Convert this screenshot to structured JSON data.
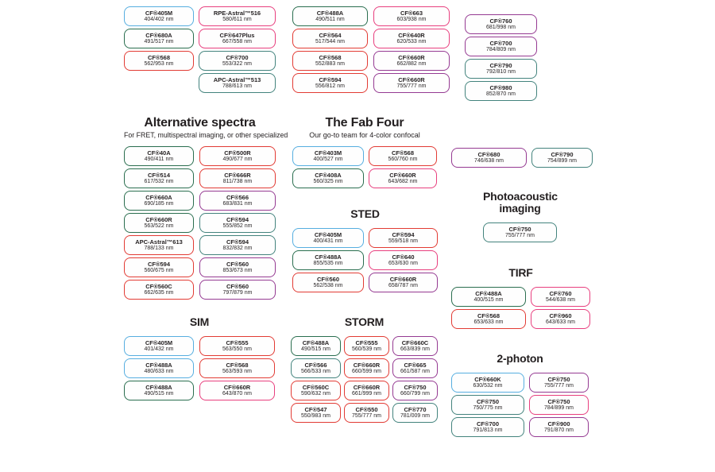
{
  "colors": {
    "blue": "#56aee0",
    "green": "#2a6e4f",
    "teal": "#43837d",
    "red": "#e23b34",
    "pink": "#e83f7e",
    "purple": "#953a92",
    "text": "#231f20"
  },
  "sections": [
    {
      "id": "top-col-a",
      "title": "",
      "subtitle": "",
      "columns": [
        [
          {
            "name": "CF®405M",
            "value": "404/402 nm",
            "color": "blue"
          },
          {
            "name": "CF®680A",
            "value": "491/517 nm",
            "color": "green"
          },
          {
            "name": "CF®568",
            "value": "562/953 nm",
            "color": "red"
          }
        ]
      ]
    },
    {
      "id": "top-col-b",
      "title": "",
      "subtitle": "",
      "columns": [
        [
          {
            "name": "RPE-Astral™516",
            "value": "580/611 nm",
            "color": "pink"
          },
          {
            "name": "CF®647Plus",
            "value": "667/558 nm",
            "color": "pink"
          },
          {
            "name": "CF®700",
            "value": "553/322 nm",
            "color": "teal"
          },
          {
            "name": "APC-Astral™513",
            "value": "788/613 nm",
            "color": "teal"
          }
        ]
      ]
    },
    {
      "id": "top-col-c",
      "title": "",
      "subtitle": "",
      "columns": [
        [
          {
            "name": "CF®488A",
            "value": "490/511 nm",
            "color": "green"
          },
          {
            "name": "CF®564",
            "value": "517/544 nm",
            "color": "red"
          },
          {
            "name": "CF®568",
            "value": "552/883 nm",
            "color": "red"
          },
          {
            "name": "CF®594",
            "value": "556/812 nm",
            "color": "red"
          }
        ]
      ]
    },
    {
      "id": "top-col-d",
      "title": "",
      "subtitle": "",
      "columns": [
        [
          {
            "name": "CF®663",
            "value": "603/938 nm",
            "color": "pink"
          },
          {
            "name": "CF®640R",
            "value": "620/533 nm",
            "color": "pink"
          },
          {
            "name": "CF®660R",
            "value": "662/882 nm",
            "color": "purple"
          },
          {
            "name": "CF®660R",
            "value": "755/777 nm",
            "color": "purple"
          }
        ]
      ]
    },
    {
      "id": "top-col-e",
      "title": "",
      "subtitle": "",
      "columns": [
        [
          {
            "name": "CF®760",
            "value": "681/998 nm",
            "color": "purple"
          },
          {
            "name": "CF®700",
            "value": "784/809 nm",
            "color": "purple"
          },
          {
            "name": "CF®790",
            "value": "792/810 nm",
            "color": "teal"
          },
          {
            "name": "CF®980",
            "value": "852/870 nm",
            "color": "teal"
          }
        ]
      ]
    },
    {
      "id": "alternative-spectra",
      "title": "Alternative spectra",
      "subtitle": "For FRET, multispectral imaging, or other specialized",
      "columns": [
        [
          {
            "name": "CF®40A",
            "value": "490/411 nm",
            "color": "green"
          },
          {
            "name": "CF®514",
            "value": "617/532 nm",
            "color": "green"
          },
          {
            "name": "CF®660A",
            "value": "690/185 nm",
            "color": "green"
          },
          {
            "name": "CF®660R",
            "value": "563/522 nm",
            "color": "green"
          },
          {
            "name": "APC-Astral™613",
            "value": "788/133 nm",
            "color": "red"
          },
          {
            "name": "CF®594",
            "value": "560/675 nm",
            "color": "red"
          },
          {
            "name": "CF®560C",
            "value": "662/635 nm",
            "color": "red"
          }
        ],
        [
          {
            "name": "CF®500R",
            "value": "490/677 nm",
            "color": "red"
          },
          {
            "name": "CF®666R",
            "value": "811/738 nm",
            "color": "red"
          },
          {
            "name": "CF®566",
            "value": "683/831 nm",
            "color": "purple"
          },
          {
            "name": "CF®594",
            "value": "555/852 nm",
            "color": "teal"
          },
          {
            "name": "CF®594",
            "value": "832/832 nm",
            "color": "teal"
          },
          {
            "name": "CF®560",
            "value": "853/673 nm",
            "color": "purple"
          },
          {
            "name": "CF®560",
            "value": "797/879 nm",
            "color": "purple"
          }
        ]
      ]
    },
    {
      "id": "fab-four",
      "title": "The Fab Four",
      "subtitle": "Our go-to team for 4-color confocal",
      "columns": [
        [
          {
            "name": "CF®403M",
            "value": "400/527 nm",
            "color": "blue"
          },
          {
            "name": "CF®408A",
            "value": "560/325 nm",
            "color": "green"
          }
        ],
        [
          {
            "name": "CF®568",
            "value": "560/760 nm",
            "color": "red"
          },
          {
            "name": "CF®660R",
            "value": "643/682 nm",
            "color": "pink"
          }
        ]
      ]
    },
    {
      "id": "sted",
      "title": "STED",
      "subtitle": "",
      "columns": [
        [
          {
            "name": "CF®405M",
            "value": "400/431 nm",
            "color": "blue"
          },
          {
            "name": "CF®488A",
            "value": "855/535 nm",
            "color": "green"
          },
          {
            "name": "CF®560",
            "value": "562/538 nm",
            "color": "red"
          }
        ],
        [
          {
            "name": "CF®594",
            "value": "559/518 nm",
            "color": "red"
          },
          {
            "name": "CF®640",
            "value": "653/630 nm",
            "color": "pink"
          },
          {
            "name": "CF®660R",
            "value": "658/787 nm",
            "color": "purple"
          }
        ]
      ]
    },
    {
      "id": "nir-pair",
      "title": "",
      "subtitle": "",
      "columns": [
        [
          {
            "name": "CF®680",
            "value": "746/638 nm",
            "color": "purple"
          }
        ],
        [
          {
            "name": "CF®790",
            "value": "754/899 nm",
            "color": "teal"
          }
        ]
      ]
    },
    {
      "id": "photoacoustic",
      "title": "Photoacoustic imaging",
      "subtitle": "",
      "columns": [
        [
          {
            "name": "CF®750",
            "value": "755/777 nm",
            "color": "teal"
          }
        ]
      ]
    },
    {
      "id": "tirf",
      "title": "TIRF",
      "subtitle": "",
      "columns": [
        [
          {
            "name": "CF®488A",
            "value": "400/515 nm",
            "color": "green"
          },
          {
            "name": "CF®568",
            "value": "653/633 nm",
            "color": "red"
          }
        ],
        [
          {
            "name": "CF®760",
            "value": "544/638 nm",
            "color": "pink"
          },
          {
            "name": "CF®960",
            "value": "643/633 nm",
            "color": "pink"
          }
        ]
      ]
    },
    {
      "id": "sim",
      "title": "SIM",
      "subtitle": "",
      "columns": [
        [
          {
            "name": "CF®405M",
            "value": "401/432 nm",
            "color": "blue"
          },
          {
            "name": "CF®488A",
            "value": "480/633 nm",
            "color": "blue"
          },
          {
            "name": "CF®488A",
            "value": "490/515 nm",
            "color": "green"
          }
        ],
        [
          {
            "name": "CF®555",
            "value": "563/550 nm",
            "color": "red"
          },
          {
            "name": "CF®568",
            "value": "563/593 nm",
            "color": "red"
          },
          {
            "name": "CF®660R",
            "value": "643/870 nm",
            "color": "pink"
          }
        ]
      ]
    },
    {
      "id": "storm",
      "title": "STORM",
      "subtitle": "",
      "columns": [
        [
          {
            "name": "CF®488A",
            "value": "490/515 nm",
            "color": "green"
          },
          {
            "name": "CF®566",
            "value": "566/533 nm",
            "color": "teal"
          },
          {
            "name": "CF®560C",
            "value": "590/632 nm",
            "color": "red"
          },
          {
            "name": "CF®547",
            "value": "550/983 nm",
            "color": "red"
          }
        ],
        [
          {
            "name": "CF®555",
            "value": "560/539 nm",
            "color": "red"
          },
          {
            "name": "CF®660R",
            "value": "660/599 nm",
            "color": "red"
          },
          {
            "name": "CF®660R",
            "value": "661/999 nm",
            "color": "red"
          },
          {
            "name": "CF®550",
            "value": "755/777 nm",
            "color": "red"
          }
        ],
        [
          {
            "name": "CF®660C",
            "value": "663/839 nm",
            "color": "purple"
          },
          {
            "name": "CF®665",
            "value": "661/587 nm",
            "color": "purple"
          },
          {
            "name": "CF®750",
            "value": "660/799 nm",
            "color": "purple"
          },
          {
            "name": "CF®770",
            "value": "781/009 nm",
            "color": "teal"
          }
        ]
      ]
    },
    {
      "id": "two-photon",
      "title": "2-photon",
      "subtitle": "",
      "columns": [
        [
          {
            "name": "CF®660K",
            "value": "630/532 nm",
            "color": "blue"
          },
          {
            "name": "CF®750",
            "value": "750/775 nm",
            "color": "teal"
          },
          {
            "name": "CF®700",
            "value": "791/813 nm",
            "color": "teal"
          }
        ],
        [
          {
            "name": "CF®750",
            "value": "755/777 nm",
            "color": "purple"
          },
          {
            "name": "CF®750",
            "value": "784/899 nm",
            "color": "pink"
          },
          {
            "name": "CF®900",
            "value": "791/870 nm",
            "color": "purple"
          }
        ]
      ]
    }
  ]
}
